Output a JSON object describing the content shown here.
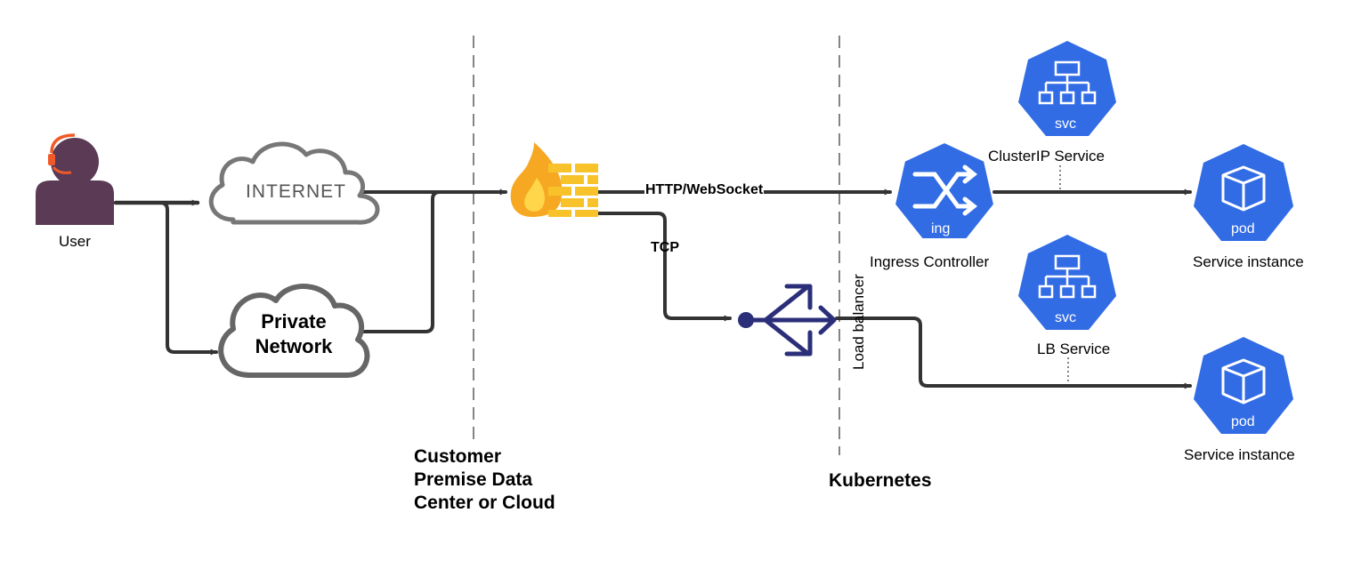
{
  "user": {
    "label": "User"
  },
  "internet": {
    "label": "INTERNET"
  },
  "private_network": {
    "line1": "Private",
    "line2": "Network"
  },
  "links": {
    "http_websocket": "HTTP/WebSocket",
    "tcp": "TCP"
  },
  "load_balancer": {
    "label": "Load balancer"
  },
  "ingress": {
    "icon_text": "ing",
    "label": "Ingress Controller"
  },
  "clusterip_service": {
    "icon_text": "svc",
    "label": "ClusterIP Service"
  },
  "lb_service": {
    "icon_text": "svc",
    "label": "LB Service"
  },
  "pods": [
    {
      "icon_text": "pod",
      "label": "Service instance"
    },
    {
      "icon_text": "pod",
      "label": "Service instance"
    }
  ],
  "zones": {
    "customer": [
      "Customer",
      "Premise Data",
      "Center or Cloud"
    ],
    "kubernetes": "Kubernetes"
  },
  "colors": {
    "k8s_blue": "#326ce5",
    "lb_navy": "#2b2f7a",
    "user_purple": "#5a3a55",
    "headset_orange": "#f05a28",
    "line": "#333333",
    "firewall_orange": "#f7a823",
    "firewall_yellow": "#f8c32a",
    "cloud_gray": "#666666"
  }
}
